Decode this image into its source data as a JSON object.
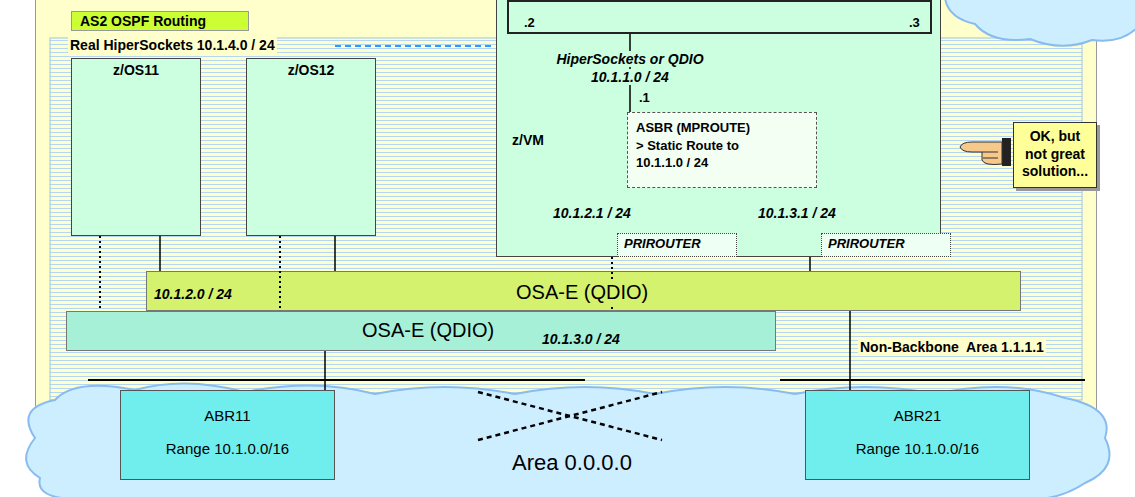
{
  "diagram": {
    "nodes": [
      {
        "text": [
          "AS2 OSPF Routing"
        ]
      },
      {
        "text": [
          "z/OS11"
        ],
        "in": 0
      },
      {
        "text": [
          "z/OS12"
        ],
        "in": 0
      },
      {
        "text": [
          "z/VM"
        ],
        "in": 0
      },
      {
        "text": [
          ".2",
          ".3"
        ],
        "in": 3
      },
      {
        "text": [
          "ASBR (MPROUTE)",
          "> Static Route to",
          "10.1.1.0 / 24"
        ],
        "in": 3
      },
      {
        "text": [
          "PRIROUTER"
        ],
        "in": 0
      },
      {
        "text": [
          "PRIROUTER"
        ],
        "in": 0
      },
      {
        "text": [
          "10.1.2.0 / 24",
          "OSA-E (QDIO)"
        ],
        "in": 0
      },
      {
        "text": [
          "OSA-E (QDIO)",
          "10.1.3.0 / 24"
        ],
        "in": 0
      },
      {
        "text": [
          "OK, but not great solution..."
        ]
      },
      {
        "text": [
          "Area 0.0.0.0"
        ]
      },
      {
        "text": [
          "ABR11",
          "Range 10.1.0.0/16"
        ],
        "in": 11
      },
      {
        "text": [
          "ABR21",
          "Range 10.1.0.0/16"
        ],
        "in": 11
      }
    ],
    "edges": [
      {
        "from": 1,
        "to": 8,
        "arrow": "none"
      },
      {
        "from": 1,
        "to": 9,
        "arrow": "none"
      },
      {
        "from": 2,
        "to": 8,
        "arrow": "none"
      },
      {
        "from": 2,
        "to": 9,
        "arrow": "none"
      },
      {
        "from": 3,
        "to": 8,
        "arrow": "none"
      },
      {
        "from": 3,
        "to": 9,
        "arrow": "none"
      },
      {
        "from": 4,
        "to": 5,
        "arrow": "none"
      },
      {
        "from": 9,
        "to": 12,
        "arrow": "none"
      },
      {
        "from": 8,
        "to": 13,
        "arrow": "none"
      }
    ],
    "labels": [
      "Real HiperSockets 10.1.4.0 / 24",
      "HiperSockets or QDIO",
      "10.1.1.0 / 24",
      ".1",
      "10.1.2.1 / 24",
      "10.1.3.1 / 24",
      "Non-Backbone  Area 1.1.1.1"
    ]
  }
}
